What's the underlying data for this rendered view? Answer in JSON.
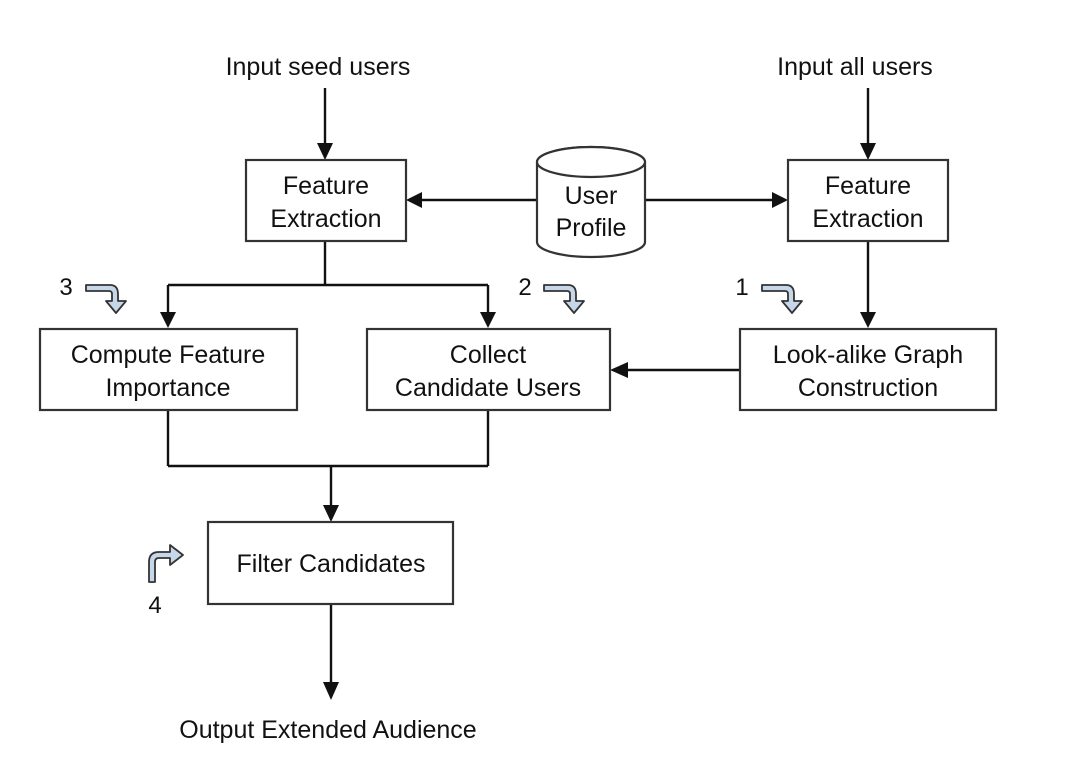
{
  "inputs": {
    "seed_users": "Input seed users",
    "all_users": "Input all users"
  },
  "database": {
    "line1": "User",
    "line2": "Profile"
  },
  "boxes": {
    "feature_extraction_left": {
      "line1": "Feature",
      "line2": "Extraction"
    },
    "feature_extraction_right": {
      "line1": "Feature",
      "line2": "Extraction"
    },
    "compute_feature_importance": {
      "line1": "Compute Feature",
      "line2": "Importance"
    },
    "collect_candidate_users": {
      "line1": "Collect",
      "line2": "Candidate Users"
    },
    "lookalike_graph_construction": {
      "line1": "Look-alike Graph",
      "line2": "Construction"
    },
    "filter_candidates": {
      "line1": "Filter Candidates"
    }
  },
  "steps": {
    "step1": "1",
    "step2": "2",
    "step3": "3",
    "step4": "4"
  },
  "output": {
    "label": "Output Extended Audience"
  },
  "colors": {
    "step_arrow_fill": "#c7d7ea",
    "line": "#111111",
    "box_stroke": "#333333"
  },
  "icons": {
    "step_arrow": "curved-arrow-icon",
    "database": "cylinder-database-icon"
  }
}
